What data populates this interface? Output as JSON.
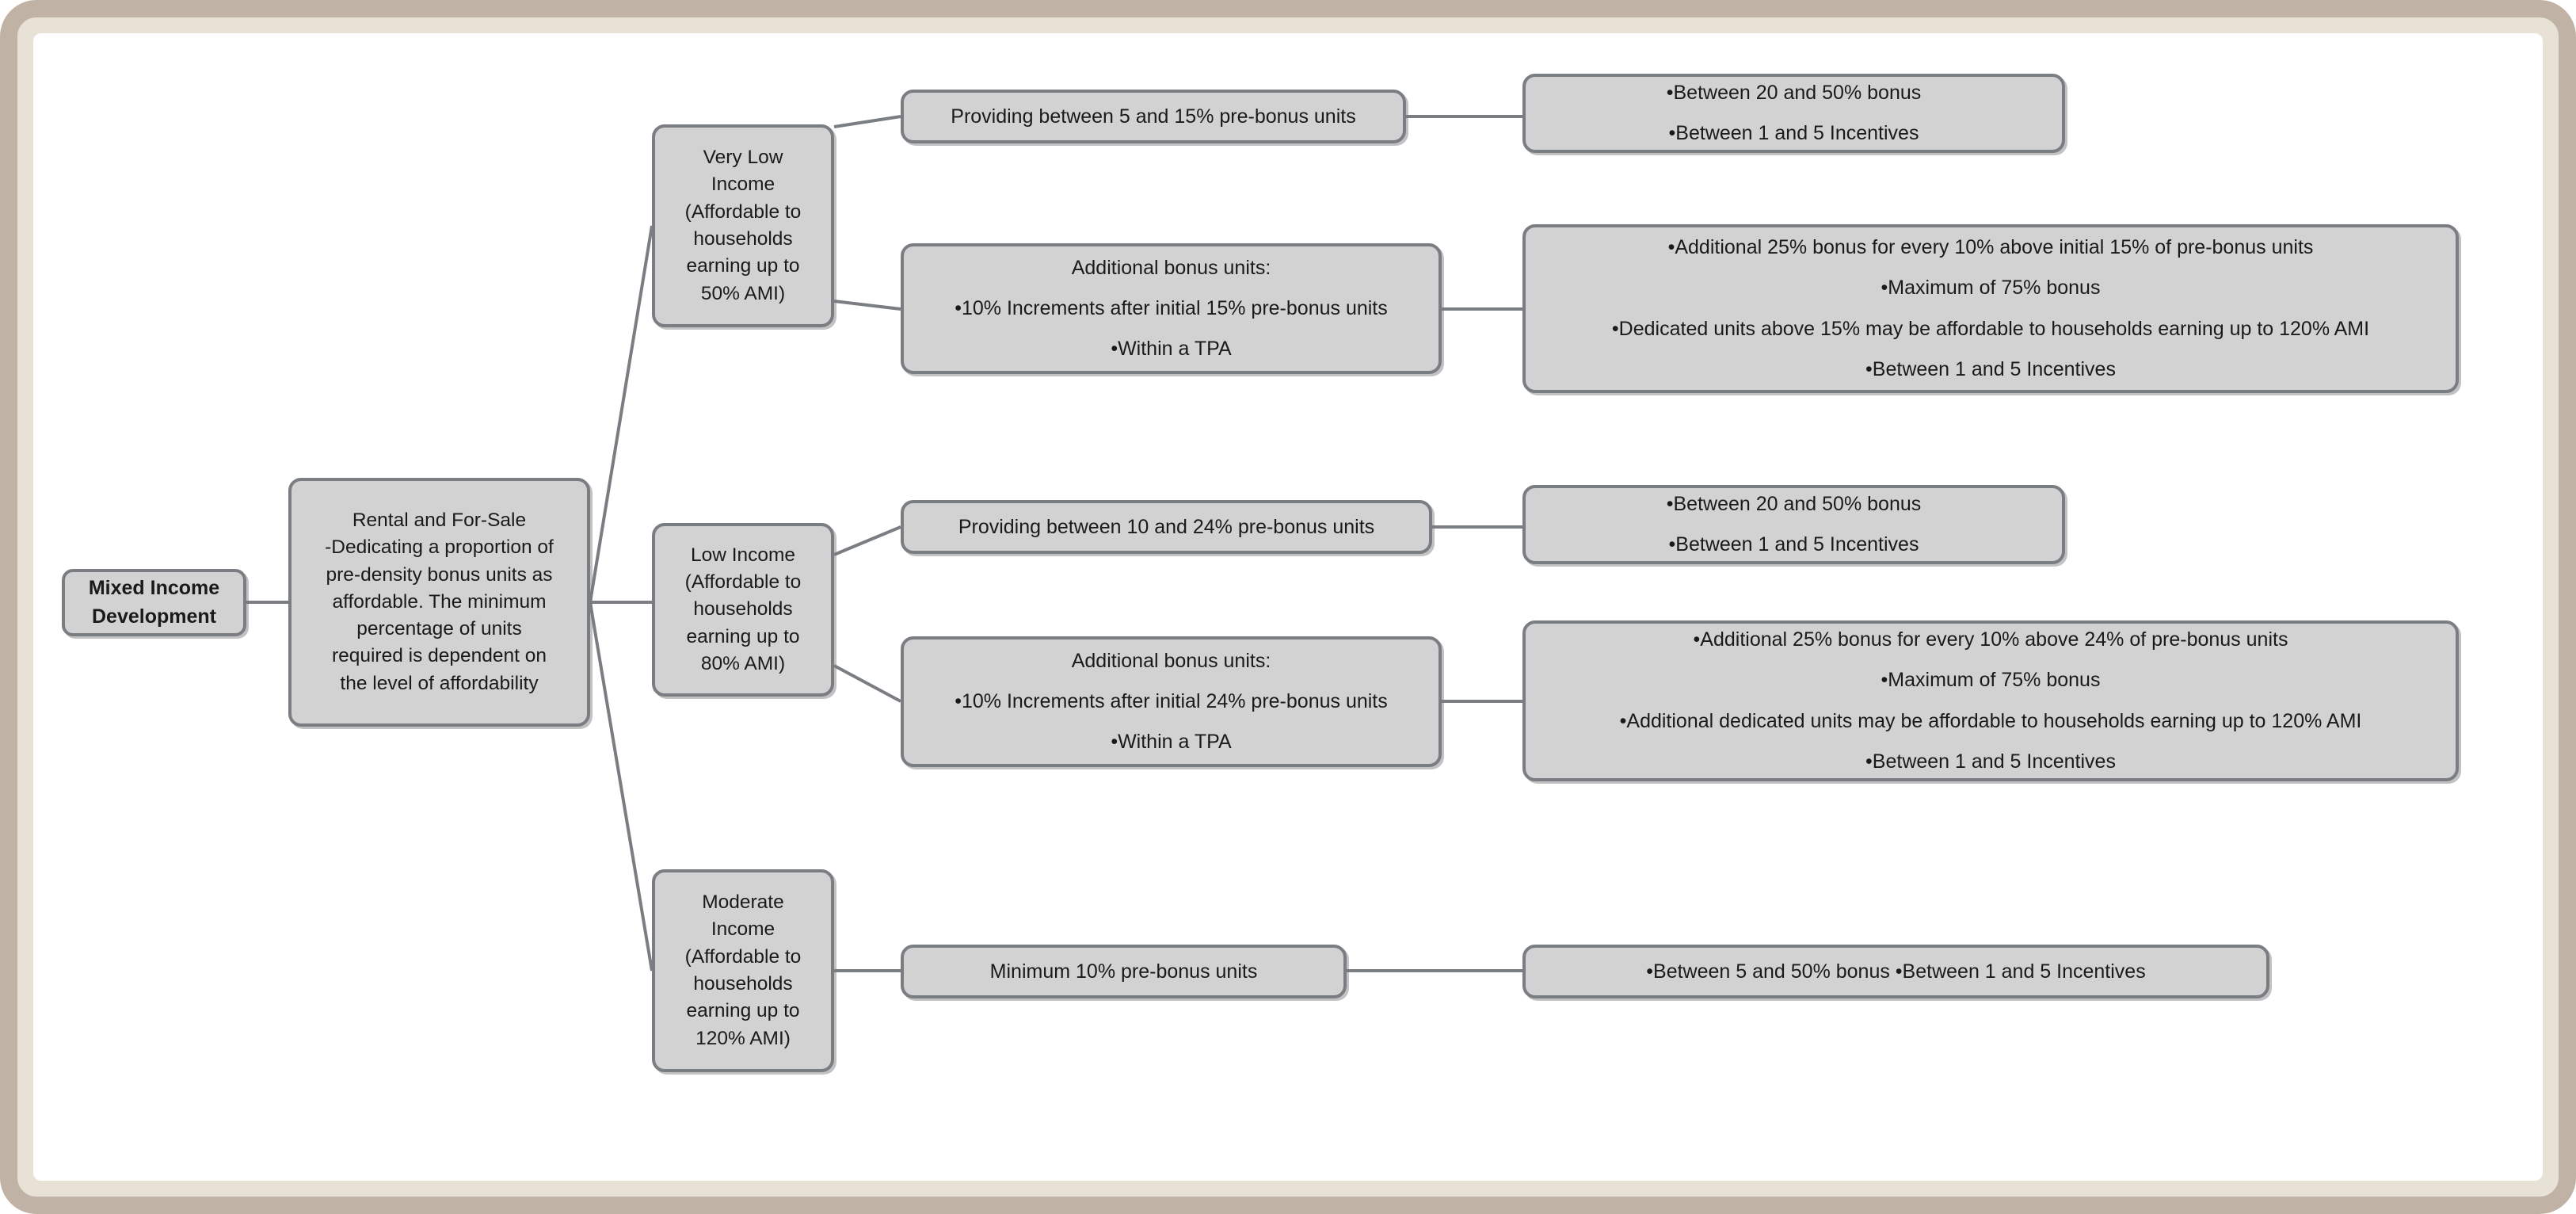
{
  "diagram": {
    "type": "tree-mindmap",
    "title": "Mixed Income Development",
    "colors": {
      "node_fill": "#d2d2d2",
      "node_border": "#7a7e82",
      "edge": "#7a7e82",
      "frame_outer": "#c0b2a4",
      "frame_inner": "#e8e2d6",
      "canvas": "#ffffff",
      "text": "#1a1a1a"
    },
    "root": {
      "label": "Mixed Income\nDevelopment"
    },
    "hub": {
      "label": "Rental and For-Sale\n-Dedicating a proportion of\npre-density bonus units as\naffordable. The minimum\npercentage of units\nrequired is dependent on\nthe level of affordability"
    },
    "branches": [
      {
        "id": "very-low-income",
        "label": "Very Low\nIncome\n(Affordable to\nhouseholds\nearning up to\n50% AMI)",
        "paths": [
          {
            "id": "vli-providing",
            "condition": "Providing between 5 and 15% pre-bonus units",
            "outcome": "•Between 20 and 50% bonus\n•Between 1 and 5 Incentives"
          },
          {
            "id": "vli-additional",
            "condition": "Additional bonus units:\n•10% Increments after initial 15% pre-bonus units\n•Within a TPA",
            "outcome": "•Additional 25% bonus for every 10% above initial 15% of pre-bonus units\n•Maximum of 75% bonus\n•Dedicated units above 15% may be affordable to households earning up to 120% AMI\n•Between 1 and 5 Incentives"
          }
        ]
      },
      {
        "id": "low-income",
        "label": "Low Income\n(Affordable to\nhouseholds\nearning up to\n80% AMI)",
        "paths": [
          {
            "id": "li-providing",
            "condition": "Providing between 10 and 24% pre-bonus units",
            "outcome": "•Between 20 and 50% bonus\n•Between 1 and 5 Incentives"
          },
          {
            "id": "li-additional",
            "condition": "Additional bonus units:\n•10% Increments after initial 24% pre-bonus units\n•Within a TPA",
            "outcome": "•Additional 25% bonus for every 10% above 24% of pre-bonus units\n•Maximum of 75% bonus\n•Additional dedicated units may be affordable to households earning up to 120% AMI\n•Between 1 and 5 Incentives"
          }
        ]
      },
      {
        "id": "moderate-income",
        "label": "Moderate\nIncome\n(Affordable to\nhouseholds\nearning up to\n120% AMI)",
        "paths": [
          {
            "id": "mi-minimum",
            "condition": "Minimum 10% pre-bonus units",
            "outcome": "•Between 5 and 50% bonus •Between 1 and 5 Incentives"
          }
        ]
      }
    ]
  }
}
